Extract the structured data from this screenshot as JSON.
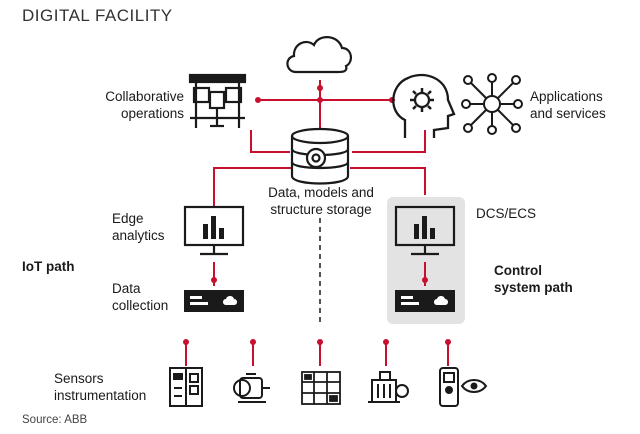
{
  "title": "DIGITAL FACILITY",
  "labels": {
    "collaborative": [
      "Collaborative",
      "operations"
    ],
    "applications": [
      "Applications",
      "and services"
    ],
    "storage": [
      "Data, models and",
      "structure storage"
    ],
    "edge": [
      "Edge",
      "analytics"
    ],
    "dcs": "DCS/ECS",
    "iot_path": "IoT path",
    "control_path": [
      "Control",
      "system path"
    ],
    "data_collection": [
      "Data",
      "collection"
    ],
    "sensors": [
      "Sensors",
      "instrumentation"
    ]
  },
  "source": "Source: ABB",
  "colors": {
    "connector": "#c8102e",
    "icon": "#1a1a1a",
    "highlight_bg": "#e3e3e3"
  },
  "icons": [
    "cloud-icon",
    "meeting-table-icon",
    "head-gear-icon",
    "network-nodes-icon",
    "database-gear-icon",
    "monitor-chart-icon",
    "controller-box-icon",
    "cabinet-icon",
    "motor-icon",
    "panel-icon",
    "pump-icon",
    "handheld-meter-icon"
  ]
}
